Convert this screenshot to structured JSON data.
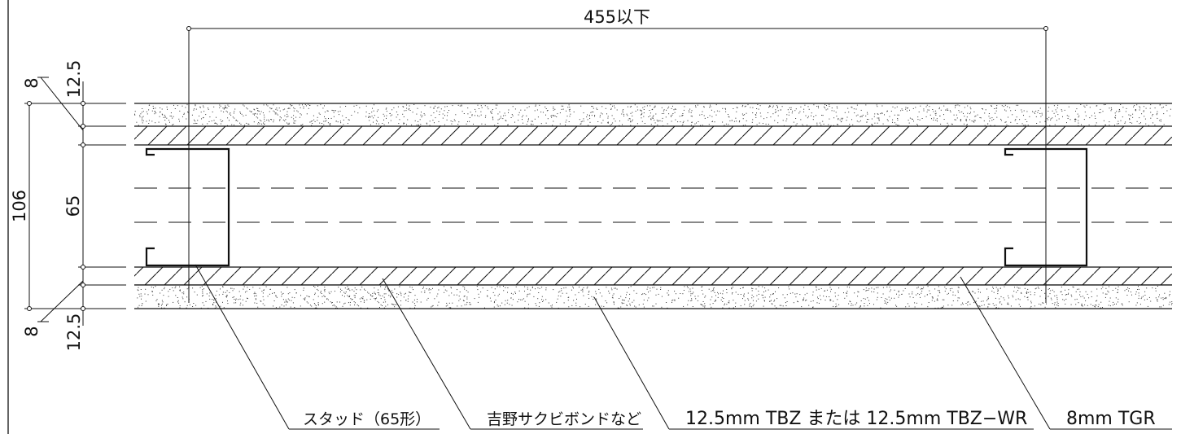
{
  "dimensions": {
    "top_span": "455以下",
    "total_thickness": "106",
    "stud_depth": "65",
    "top_board": "12.5",
    "top_layer": "8",
    "bottom_board": "12.5",
    "bottom_layer": "8"
  },
  "callouts": [
    {
      "label": "スタッド（65形）"
    },
    {
      "label": "吉野サクビボンドなど"
    },
    {
      "label": "12.5mm TBZ または 12.5mm TBZ−WR"
    },
    {
      "label": "8mm TGR"
    }
  ]
}
